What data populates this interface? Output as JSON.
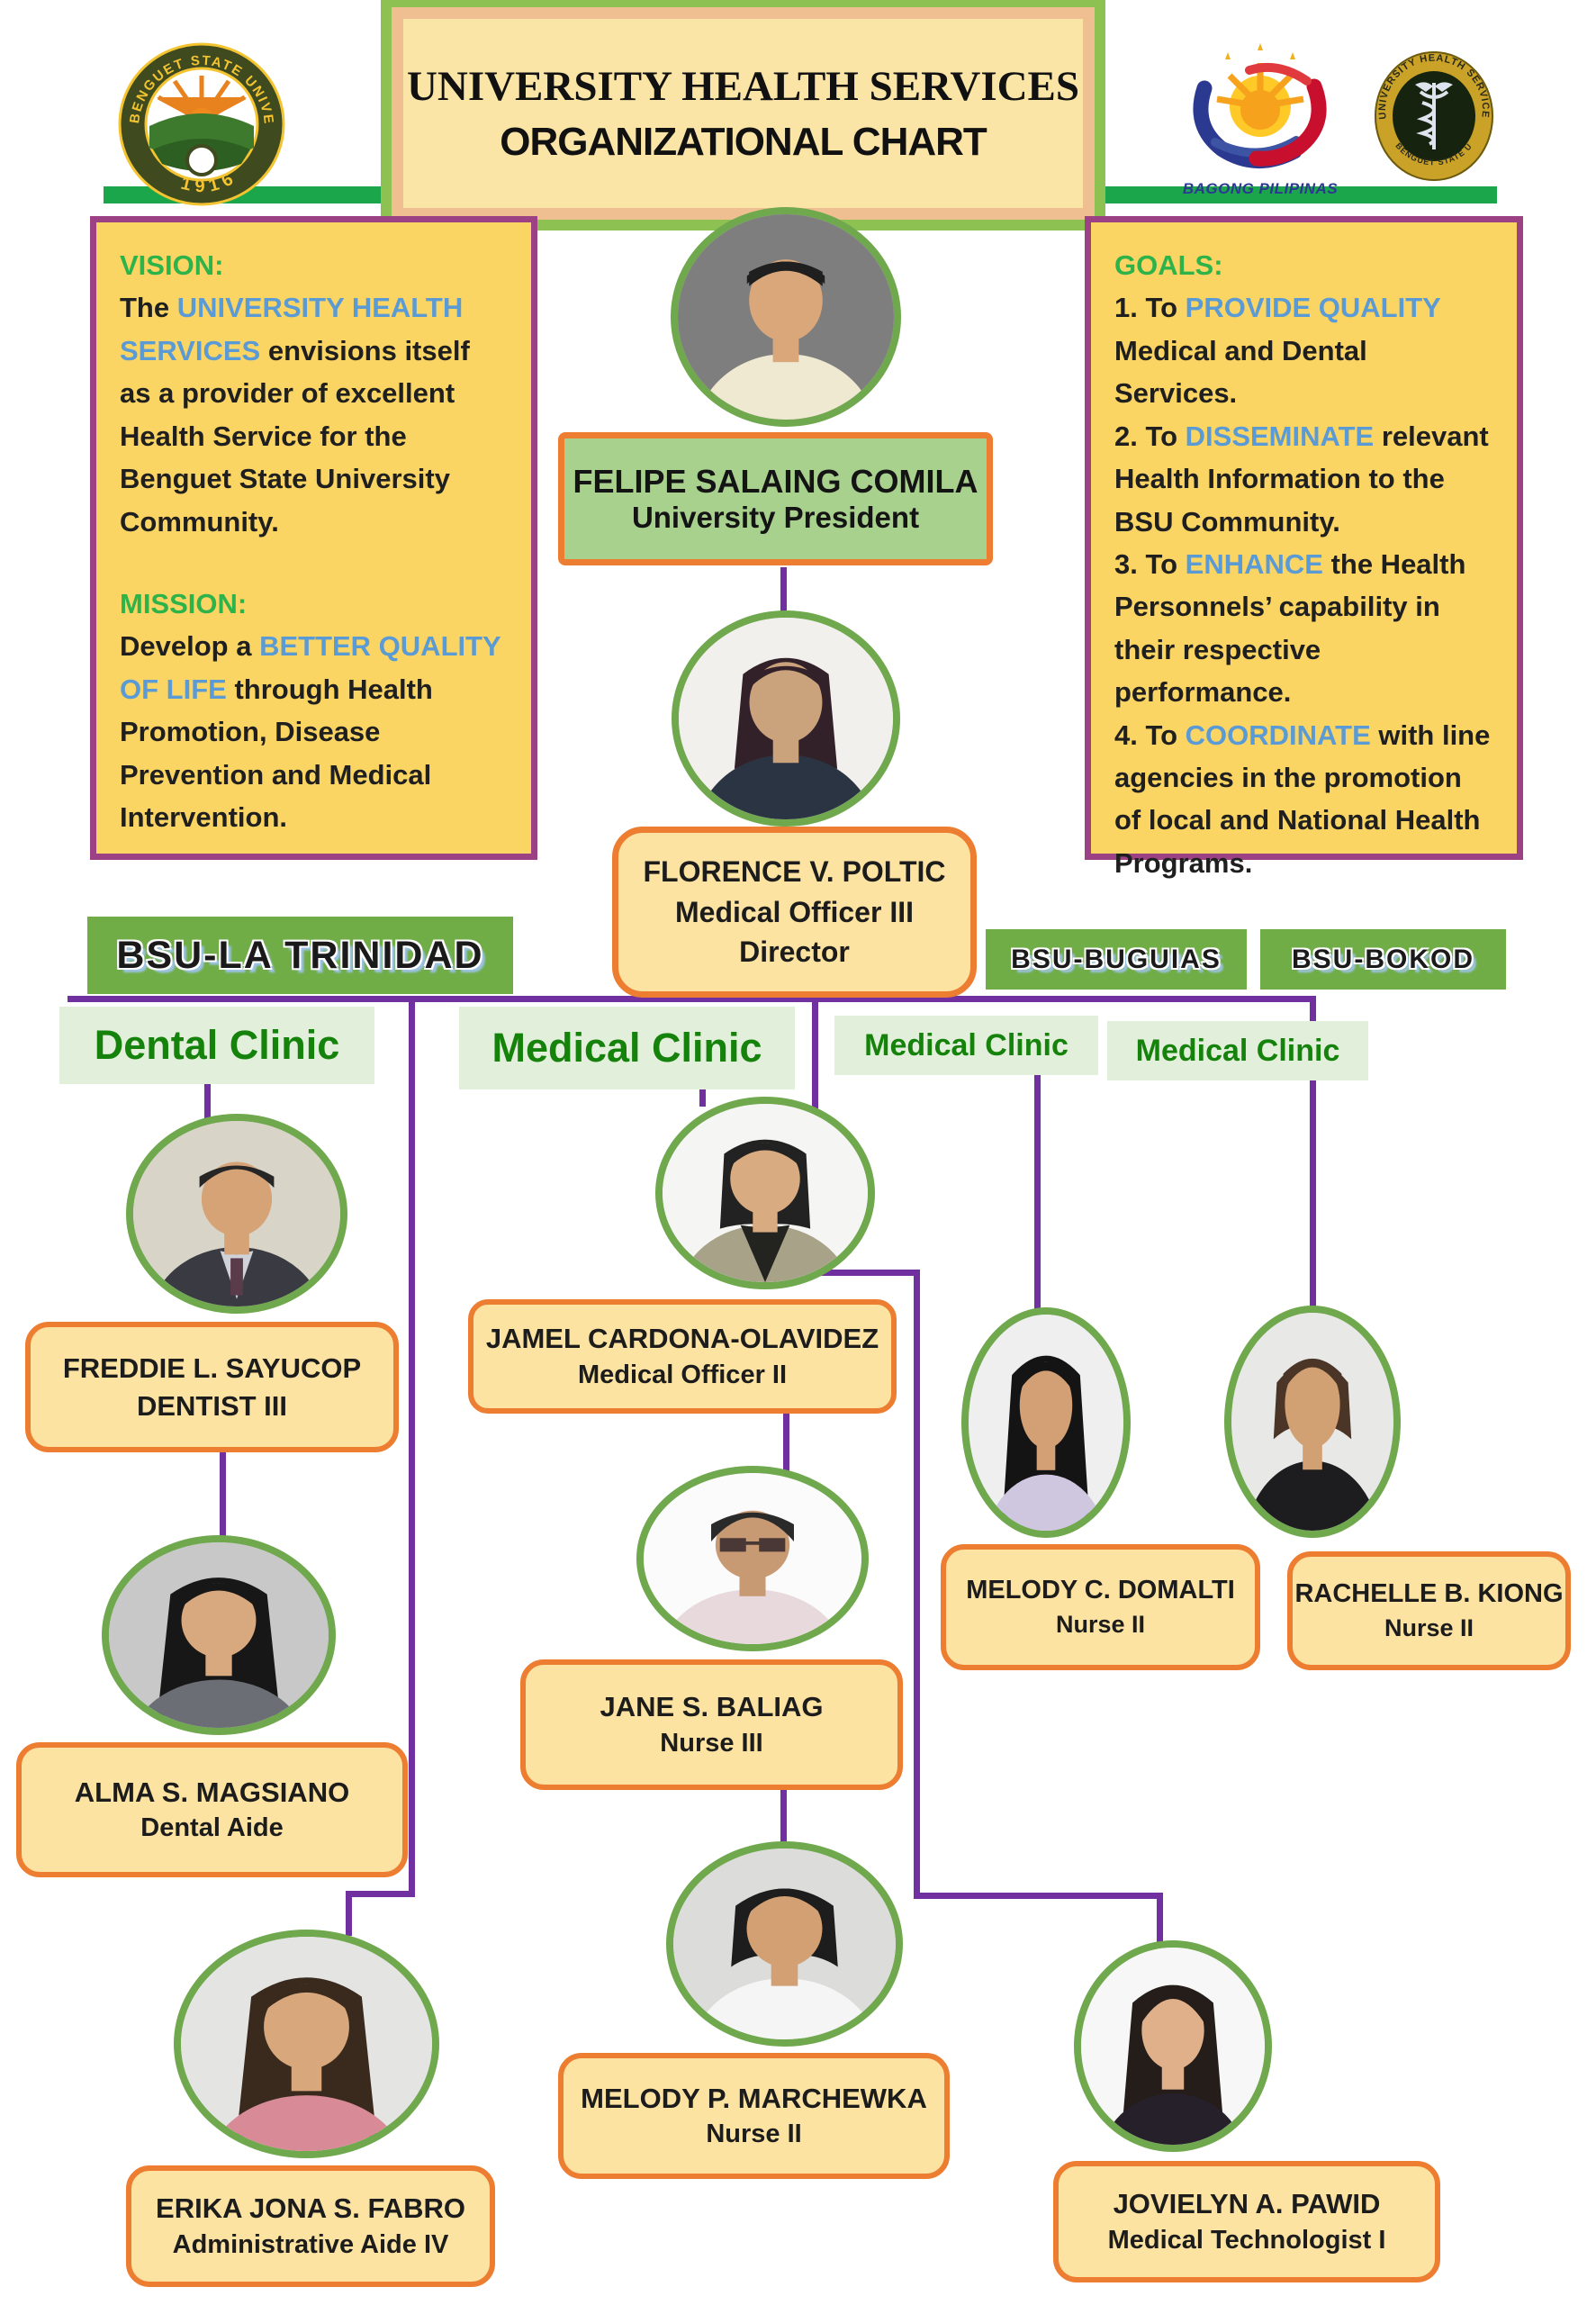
{
  "palette": {
    "purple_line": "#7030A0",
    "box_border_purple": "#9C4184",
    "yellow_panel": "#FBD563",
    "yellow_namebox": "#FCE3A1",
    "orange_border": "#ED7D31",
    "green_campus": "#70AD47",
    "green_clinic_bg": "#E2EFDA",
    "green_clinic_text": "#15820C",
    "green_photo_ring": "#6FA84D",
    "green_bar": "#1CA64C",
    "president_box_green": "#A9D18E",
    "heading_green": "#2EB34A",
    "keyword_blue": "#5B9BD5",
    "title_fill": "#FBE5A6"
  },
  "header": {
    "title_line1": "UNIVERSITY HEALTH SERVICES",
    "title_line2": "ORGANIZATIONAL CHART",
    "bsu_seal_text": "BENGUET STATE UNIVERSITY",
    "bsu_seal_year": "1916",
    "bagong_pilipinas_label": "BAGONG PILIPINAS",
    "uhs_seal_top": "UNIVERSITY HEALTH SERVICES",
    "uhs_seal_bottom": "BENGUET STATE UNIVERSITY"
  },
  "vision": {
    "heading": "VISION:",
    "segments": [
      {
        "t": "The ",
        "c": "ink"
      },
      {
        "t": "UNIVERSITY HEALTH SERVICES",
        "c": "blue"
      },
      {
        "t": " envisions itself as a provider of excellent Health Service for the Benguet State University Community.",
        "c": "ink"
      }
    ]
  },
  "mission": {
    "heading": "MISSION:",
    "segments": [
      {
        "t": "Develop a ",
        "c": "ink"
      },
      {
        "t": "BETTER QUALITY OF LIFE",
        "c": "blue"
      },
      {
        "t": " through Health Promotion, Disease Prevention and Medical Intervention.",
        "c": "ink"
      }
    ]
  },
  "goals": {
    "heading": "GOALS:",
    "items": [
      [
        {
          "t": "1. To ",
          "c": "ink"
        },
        {
          "t": "PROVIDE QUALITY",
          "c": "blue"
        },
        {
          "t": " Medical and Dental Services.",
          "c": "ink"
        }
      ],
      [
        {
          "t": "2. To ",
          "c": "ink"
        },
        {
          "t": "DISSEMINATE",
          "c": "blue"
        },
        {
          "t": " relevant Health Information to the BSU Community.",
          "c": "ink"
        }
      ],
      [
        {
          "t": "3. To ",
          "c": "ink"
        },
        {
          "t": "ENHANCE",
          "c": "blue"
        },
        {
          "t": " the Health Personnels’ capability in their respective performance.",
          "c": "ink"
        }
      ],
      [
        {
          "t": "4. To ",
          "c": "ink"
        },
        {
          "t": "COORDINATE",
          "c": "blue"
        },
        {
          "t": " with line agencies in the promotion of local and National Health Programs.",
          "c": "ink"
        }
      ]
    ]
  },
  "campuses": {
    "la_trinidad": "BSU-LA TRINIDAD",
    "buguias": "BSU-BUGUIAS",
    "bokod": "BSU-BOKOD"
  },
  "clinics": {
    "dental": "Dental Clinic",
    "medical_lt": "Medical Clinic",
    "medical_buguias": "Medical Clinic",
    "medical_bokod": "Medical Clinic"
  },
  "people": {
    "president": {
      "name": "FELIPE SALAING COMILA",
      "title": "University President"
    },
    "director": {
      "name": "FLORENCE V. POLTIC",
      "title": "Medical Officer III",
      "title2": "Director"
    },
    "sayucop": {
      "name": "FREDDIE L. SAYUCOP",
      "title": "DENTIST III"
    },
    "magsiano": {
      "name": "ALMA S. MAGSIANO",
      "title": "Dental Aide"
    },
    "olavidez": {
      "name": "JAMEL CARDONA-OLAVIDEZ",
      "title": "Medical Officer II"
    },
    "baliag": {
      "name": "JANE S. BALIAG",
      "title": "Nurse III"
    },
    "marchewka": {
      "name": "MELODY P. MARCHEWKA",
      "title": "Nurse II"
    },
    "domalti": {
      "name": "MELODY C. DOMALTI",
      "title": "Nurse II"
    },
    "kiong": {
      "name": "RACHELLE B. KIONG",
      "title": "Nurse II"
    },
    "fabro": {
      "name": "ERIKA JONA S. FABRO",
      "title": "Administrative Aide IV"
    },
    "pawid": {
      "name": "JOVIELYN A. PAWID",
      "title": "Medical Technologist I"
    }
  }
}
